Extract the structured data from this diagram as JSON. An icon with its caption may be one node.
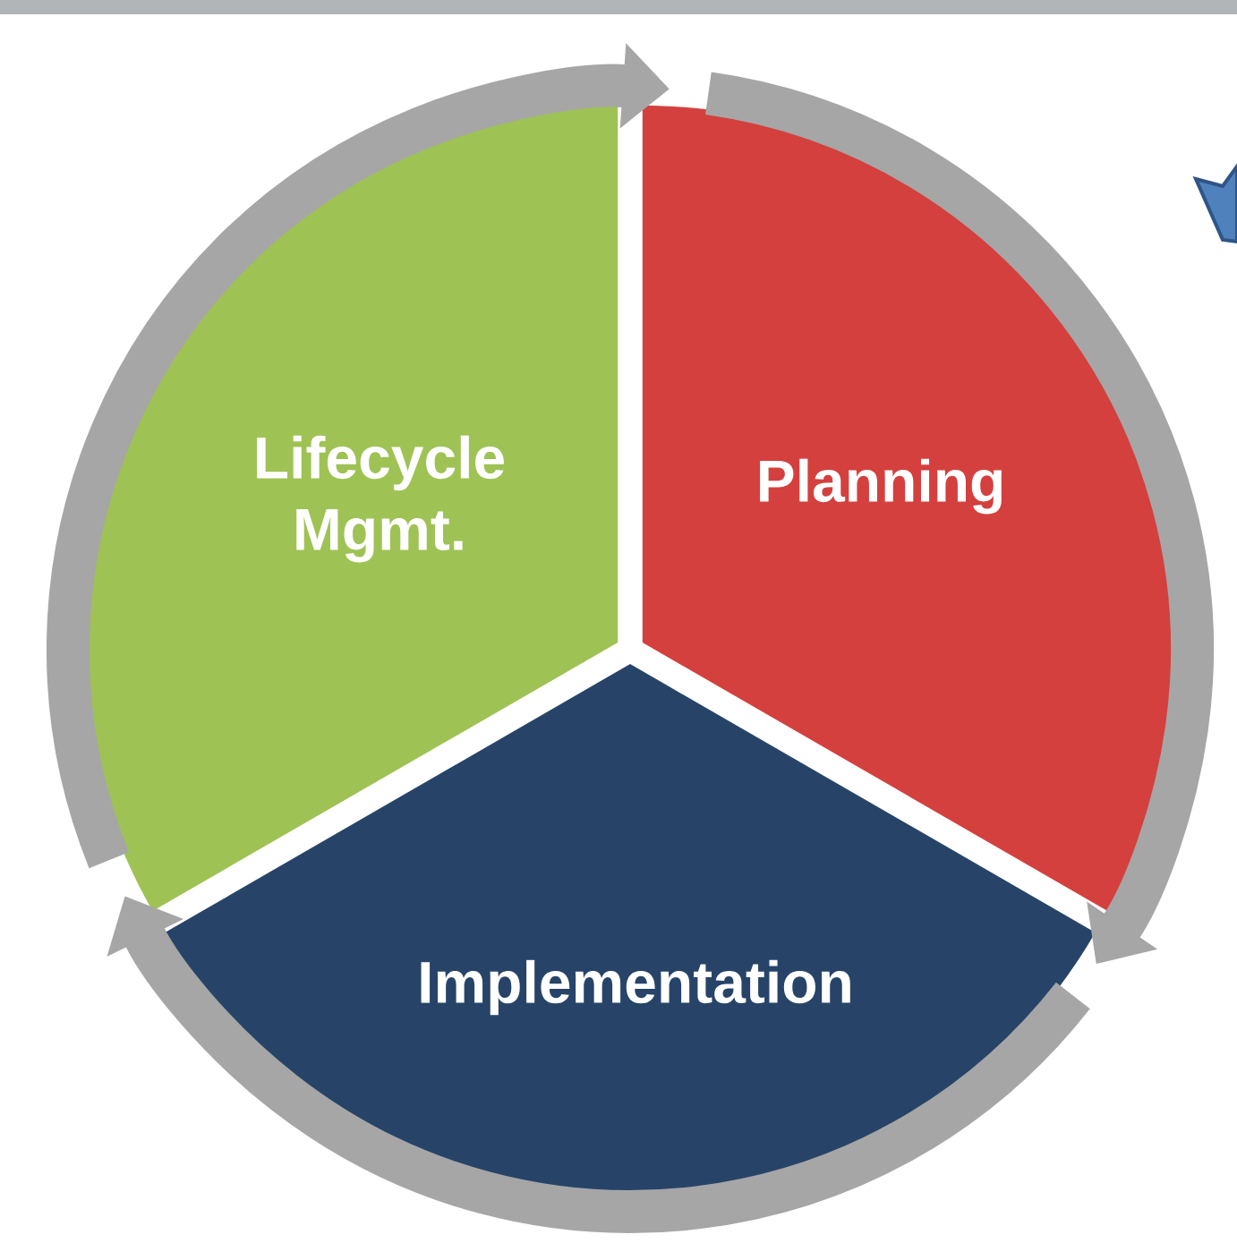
{
  "diagram": {
    "nodes": [
      {
        "text": [
          "Lifecycle Mgmt."
        ]
      },
      {
        "text": [
          "Planning"
        ]
      },
      {
        "text": [
          "Implementation"
        ]
      }
    ],
    "edges": [
      {
        "from": 0,
        "to": 1,
        "arrow": "to"
      },
      {
        "from": 1,
        "to": 2,
        "arrow": "to"
      },
      {
        "from": 2,
        "to": 0,
        "arrow": "to"
      }
    ]
  }
}
